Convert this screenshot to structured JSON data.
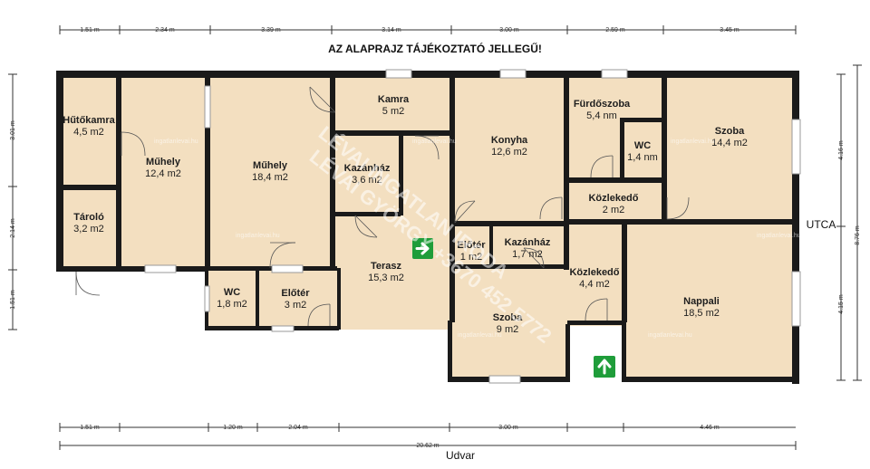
{
  "title": "AZ ALAPRAJZ TÁJÉKOZTATÓ JELLEGŰ!",
  "street_label": "UTCA",
  "yard_label": "Udvar",
  "top_dimensions": [
    "1.51 m",
    "2.34 m",
    "3.39 m",
    "3.14 m",
    "3.00 m",
    "2.59 m",
    "3.45 m"
  ],
  "bottom_dimensions": [
    "1.51 m",
    "1.20 m",
    "2.04 m",
    "3.00 m",
    "4.46 m"
  ],
  "total_width": "20.62 m",
  "left_dimensions": [
    "3.01 m",
    "2.14 m",
    "1.51 m"
  ],
  "right_dimensions": [
    "4.16 m",
    "4.15 m"
  ],
  "total_height": "8.76 m",
  "rooms": [
    {
      "name": "Hűtőkamra",
      "area": "4,5 m2"
    },
    {
      "name": "Műhely",
      "area": "12,4 m2"
    },
    {
      "name": "Műhely",
      "area": "18,4 m2"
    },
    {
      "name": "Kamra",
      "area": "5 m2"
    },
    {
      "name": "Kazánház",
      "area": "3,6 m2"
    },
    {
      "name": "Konyha",
      "area": "12,6 m2"
    },
    {
      "name": "Fürdőszoba",
      "area": "5,4 nm"
    },
    {
      "name": "WC",
      "area": "1,4 nm"
    },
    {
      "name": "Szoba",
      "area": "14,4 m2"
    },
    {
      "name": "Közlekedő",
      "area": "2 m2"
    },
    {
      "name": "Tároló",
      "area": "3,2 m2"
    },
    {
      "name": "Terasz",
      "area": "15,3 m2"
    },
    {
      "name": "Előtér",
      "area": "1 m2"
    },
    {
      "name": "Kazánház",
      "area": "1,7 m2"
    },
    {
      "name": "Közlekedő",
      "area": "4,4 m2"
    },
    {
      "name": "Nappali",
      "area": "18,5 m2"
    },
    {
      "name": "WC",
      "area": "1,8 m2"
    },
    {
      "name": "Előtér",
      "area": "3 m2"
    },
    {
      "name": "Szoba",
      "area": "9 m2"
    }
  ],
  "watermark": {
    "line1": "LÉVAI INGATLAN IRODA",
    "line2": "LÉVAI GYÖRGY +3670 452 5772",
    "site": "ingatlanlevai.hu"
  },
  "colors": {
    "room_fill": "#f3dfc0",
    "wall": "#1a1a1a",
    "exit_sign": "#1f9d3a"
  }
}
